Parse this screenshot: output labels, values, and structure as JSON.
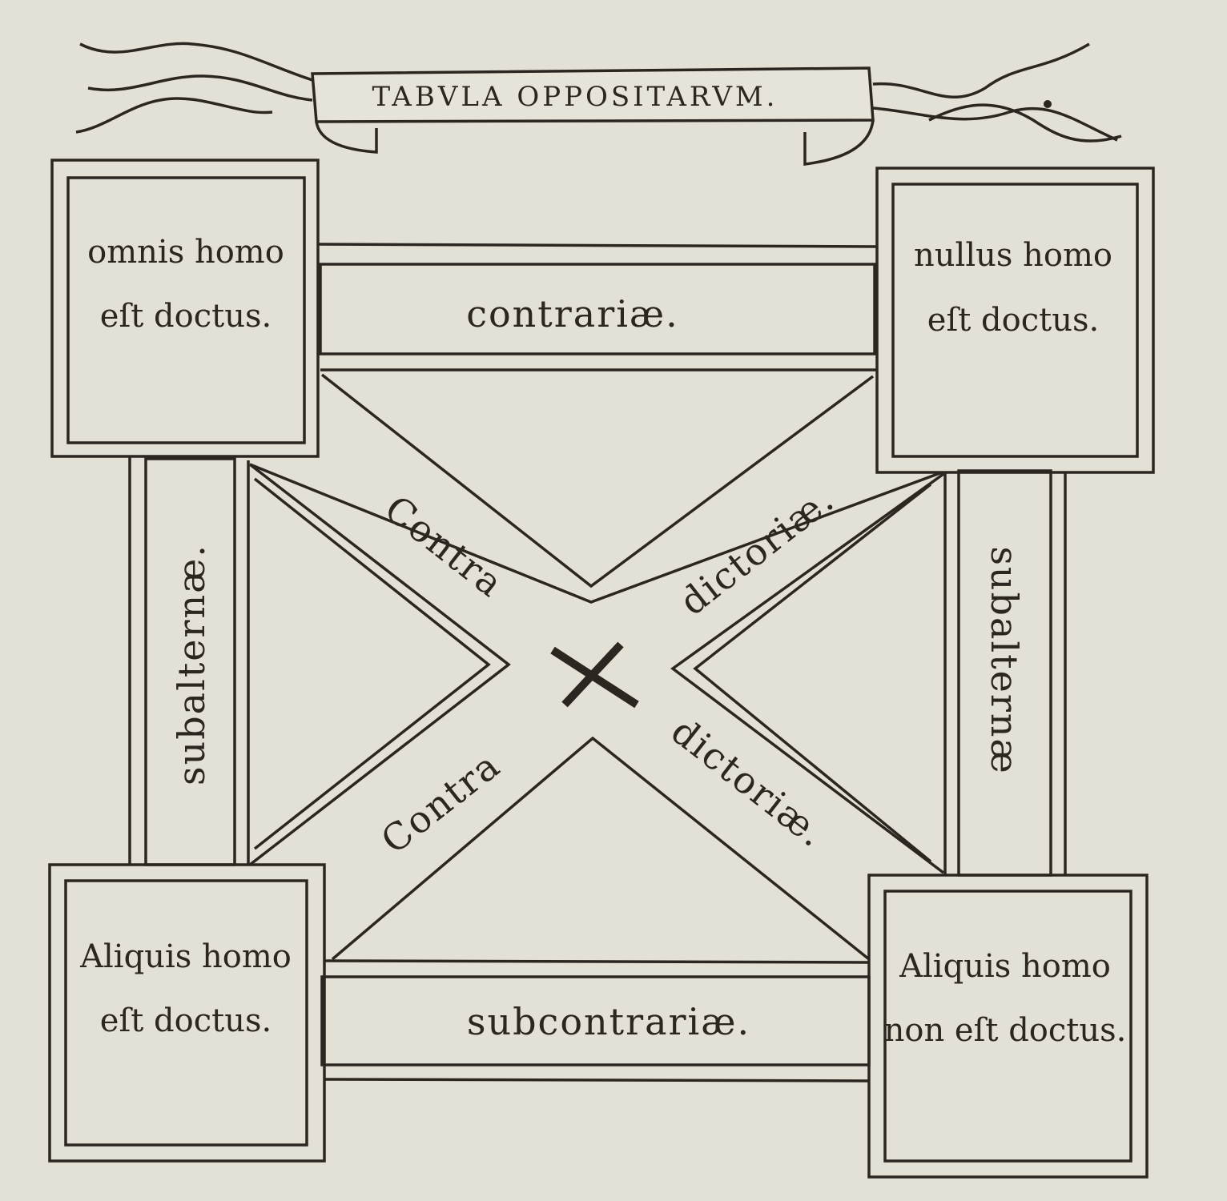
{
  "title": "TABVLA OPPOSITARVM.",
  "corners": {
    "top_left": {
      "line1": "omnis homo",
      "line2": "eſt doctus."
    },
    "top_right": {
      "line1": "nullus homo",
      "line2": "eſt doctus."
    },
    "bottom_left": {
      "line1": "Aliquis homo",
      "line2": "eſt doctus."
    },
    "bottom_right": {
      "line1": "Aliquis homo",
      "line2": "non eſt doctus."
    }
  },
  "relations": {
    "top": "contrariæ.",
    "bottom": "subcontrariæ.",
    "left": "subalternæ.",
    "right": "subalternæ",
    "diag_upper_left": "Contra",
    "diag_upper_right": "dictoriæ.",
    "diag_lower_left": "Contra",
    "diag_lower_right": "dictoriæ."
  },
  "colors": {
    "paper": "#e3e0d5",
    "ink": "#2b2620"
  }
}
